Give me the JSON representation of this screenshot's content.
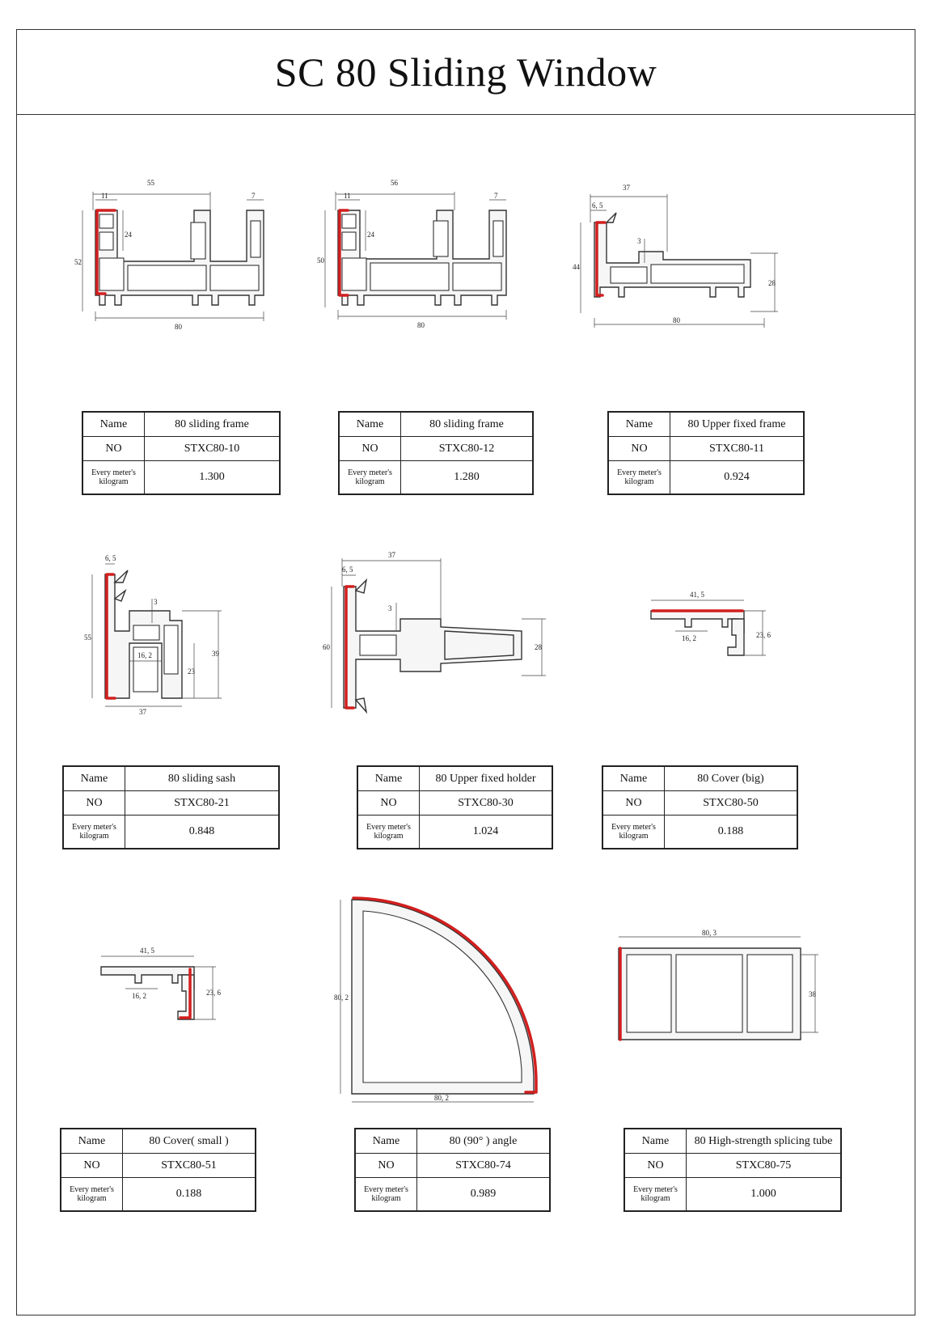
{
  "title": "SC 80 Sliding Window",
  "labels": {
    "name": "Name",
    "no": "NO",
    "weight_line1": "Every meter's",
    "weight_line2": "kilogram"
  },
  "colors": {
    "gasket_red": "#d21f1f",
    "line": "#333333"
  },
  "profiles": [
    {
      "name": "80 sliding frame",
      "no": "STXC80-10",
      "weight": "1.300",
      "dims": {
        "a": "55",
        "b": "11",
        "c": "7",
        "d": "24",
        "e": "52",
        "f": "80"
      }
    },
    {
      "name": "80 sliding frame",
      "no": "STXC80-12",
      "weight": "1.280",
      "dims": {
        "a": "56",
        "b": "11",
        "c": "7",
        "d": "24",
        "e": "50",
        "f": "80"
      }
    },
    {
      "name": "80 Upper fixed frame",
      "no": "STXC80-11",
      "weight": "0.924",
      "dims": {
        "a": "37",
        "b": "6, 5",
        "c": "3",
        "d": "44",
        "e": "28",
        "f": "80"
      }
    },
    {
      "name": "80 sliding sash",
      "no": "STXC80-21",
      "weight": "0.848",
      "dims": {
        "a": "6, 5",
        "b": "3",
        "c": "55",
        "d": "39",
        "e": "23",
        "f": "16, 2",
        "g": "37"
      }
    },
    {
      "name": "80 Upper fixed holder",
      "no": "STXC80-30",
      "weight": "1.024",
      "dims": {
        "a": "37",
        "b": "6, 5",
        "c": "3",
        "d": "60",
        "e": "28"
      }
    },
    {
      "name": "80 Cover (big)",
      "no": "STXC80-50",
      "weight": "0.188",
      "dims": {
        "a": "41, 5",
        "b": "16, 2",
        "c": "23, 6"
      }
    },
    {
      "name": "80 Cover( small )",
      "no": "STXC80-51",
      "weight": "0.188",
      "dims": {
        "a": "41, 5",
        "b": "16, 2",
        "c": "23, 6"
      }
    },
    {
      "name": "80 (90° ) angle",
      "no": "STXC80-74",
      "weight": "0.989",
      "dims": {
        "a": "80, 2",
        "b": "80, 2"
      }
    },
    {
      "name": "80 High-strength splicing tube",
      "no": "STXC80-75",
      "weight": "1.000",
      "dims": {
        "a": "80, 3",
        "b": "38"
      }
    }
  ]
}
